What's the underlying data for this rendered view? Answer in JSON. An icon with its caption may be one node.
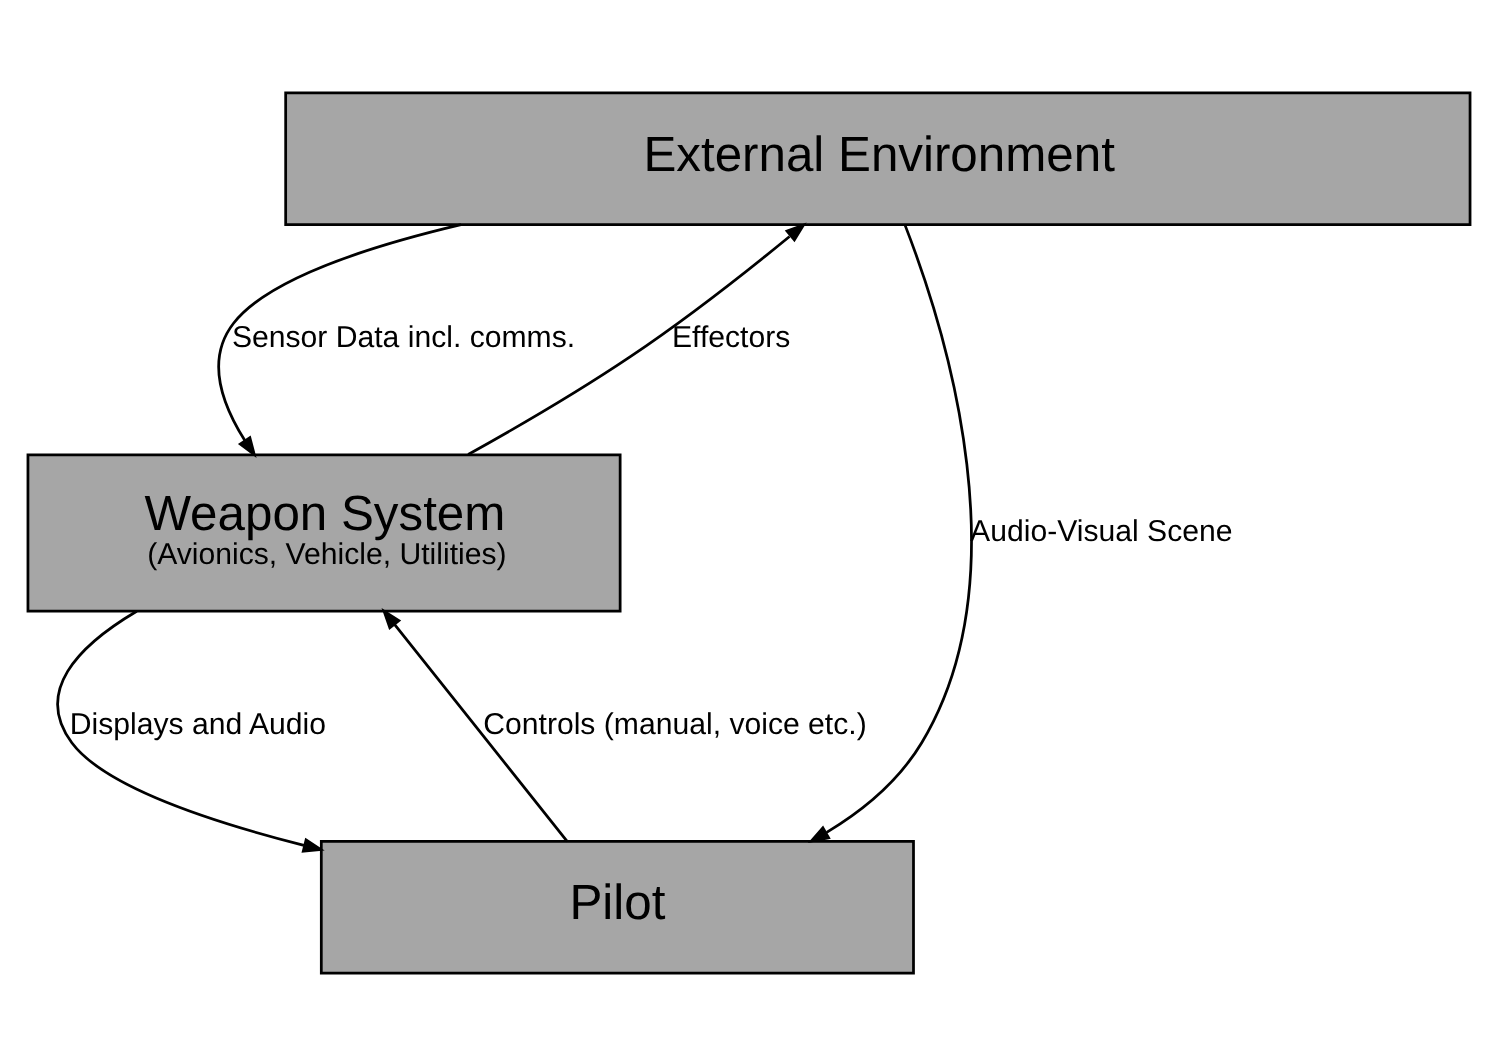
{
  "diagram": {
    "nodes": [
      {
        "text": [
          "External Environment"
        ]
      },
      {
        "text": [
          "Weapon System",
          "(Avionics, Vehicle, Utilities)"
        ]
      },
      {
        "text": [
          "Pilot"
        ]
      }
    ],
    "edges": [
      {
        "from": 1,
        "to": 0,
        "arrow": "to",
        "label": "Effectors"
      },
      {
        "from": 0,
        "to": 1,
        "arrow": "to",
        "label": "Sensor Data incl. comms."
      },
      {
        "from": 1,
        "to": 2,
        "arrow": "to",
        "label": "Displays and Audio"
      },
      {
        "from": 2,
        "to": 1,
        "arrow": "to",
        "label": "Controls (manual, voice etc.)"
      },
      {
        "from": 0,
        "to": 2,
        "arrow": "to",
        "label": "Audio-Visual Scene"
      }
    ]
  }
}
